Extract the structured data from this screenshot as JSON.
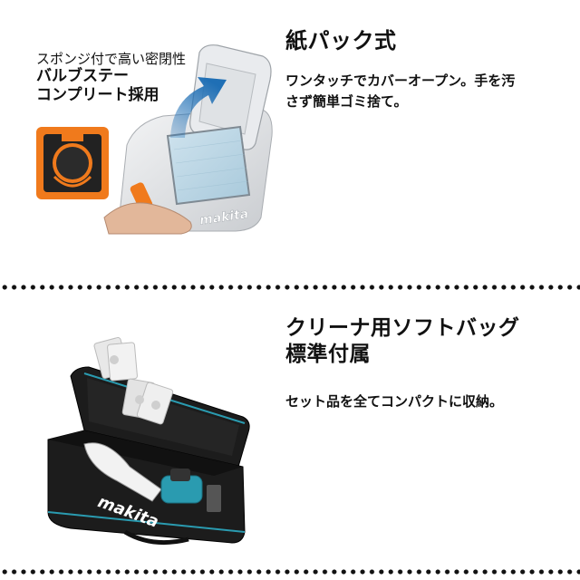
{
  "section1": {
    "title": "紙パック式",
    "description_line1": "ワンタッチでカバーオープン。手を汚",
    "description_line2": "さず簡単ゴミ捨て。",
    "overlay_line1": "スポンジ付で高い密閉性",
    "overlay_line2": "バルブステー",
    "overlay_line3": "コンプリート採用",
    "brand": "makita"
  },
  "section2": {
    "title_line1": "クリーナ用ソフトバッグ",
    "title_line2": "標準付属",
    "description": "セット品を全てコンパクトに収納。",
    "brand": "makita"
  },
  "colors": {
    "arrow": "#1f6fb5",
    "orange": "#f07a1c",
    "teal": "#2a9bb0",
    "bag": "#1c1c1c"
  }
}
